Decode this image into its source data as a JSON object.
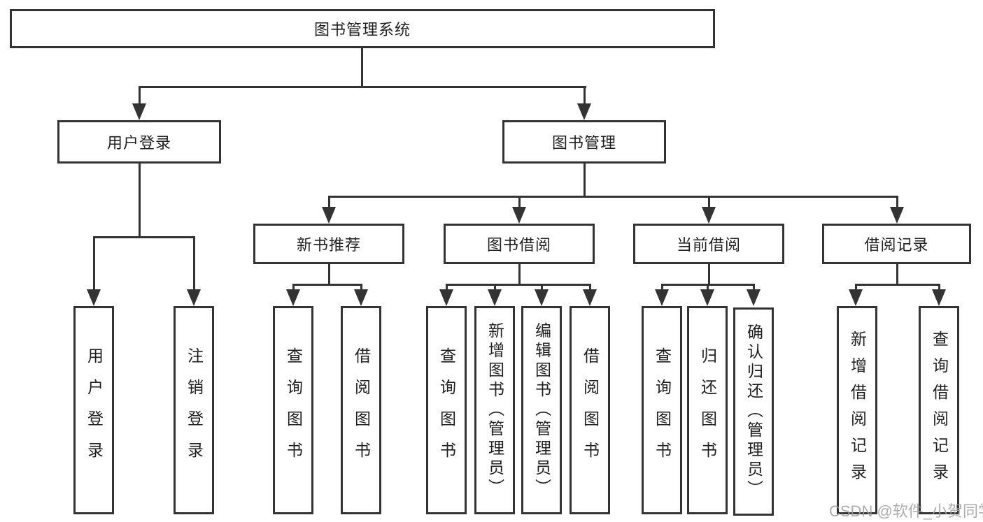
{
  "diagram": {
    "title_node": {
      "label": "图书管理系统"
    },
    "level2": [
      {
        "label": "用户登录"
      },
      {
        "label": "图书管理"
      }
    ],
    "level3": [
      {
        "label": "新书推荐"
      },
      {
        "label": "图书借阅"
      },
      {
        "label": "当前借阅"
      },
      {
        "label": "借阅记录"
      }
    ],
    "leaves": {
      "user_login": [
        "用户登录",
        "注销登录"
      ],
      "new_book": [
        "查询图书",
        "借阅图书"
      ],
      "book_borrow": [
        "查询图书",
        "新增图书（管理员）",
        "编辑图书（管理员）",
        "借阅图书"
      ],
      "current_borrow": [
        "查询图书",
        "归还图书",
        "确认归还（管理员）"
      ],
      "borrow_record": [
        "新增借阅记录",
        "查询借阅记录"
      ]
    },
    "colors": {
      "line": "#333333",
      "text": "#1f1f1f",
      "box_background": "#ffffff",
      "watermark": "#9e9e9e"
    }
  },
  "watermark": {
    "text": "CSDN @软件_小贺同学"
  }
}
